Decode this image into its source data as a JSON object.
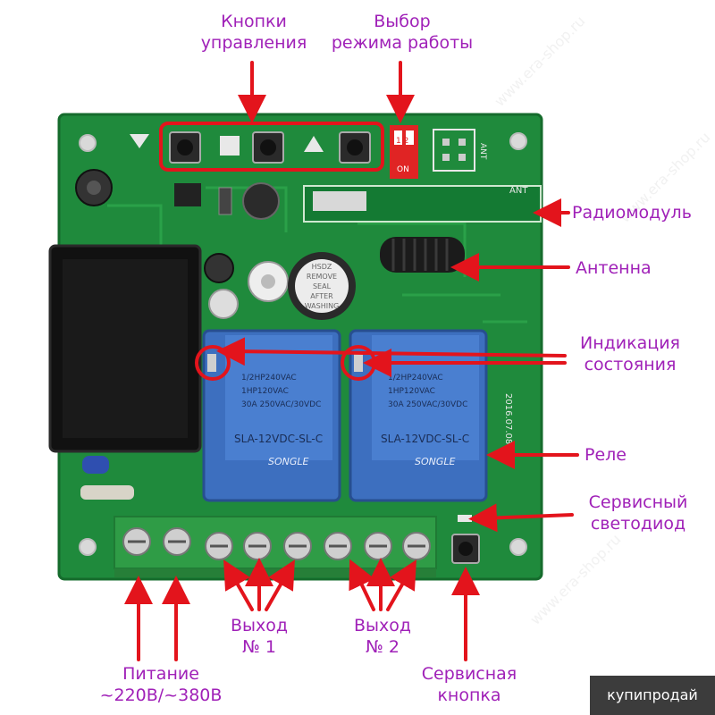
{
  "labels": {
    "control_buttons": [
      "Кнопки",
      "управления"
    ],
    "mode_select": [
      "Выбор",
      "режима работы"
    ],
    "radio_module": "Радиомодуль",
    "antenna": "Антенна",
    "status_indication": [
      "Индикация",
      "состояния"
    ],
    "relay": "Реле",
    "service_led": [
      "Сервисный",
      "светодиод"
    ],
    "output_1": [
      "Выход",
      "№ 1"
    ],
    "output_2": [
      "Выход",
      "№ 2"
    ],
    "power": [
      "Питание",
      "~220В/~380В"
    ],
    "service_button": [
      "Сервисная",
      "кнопка"
    ]
  },
  "board_print": {
    "dip_numbers": "1 2",
    "dip_on": "ON",
    "ant_top": "ANT",
    "ant_side": "ANT",
    "buzzer": [
      "HSDZ",
      "REMOVE",
      "SEAL",
      "AFTER",
      "WASHING"
    ],
    "relay_brand": "SONGLE",
    "relay_model": "SLA-12VDC-SL-C",
    "relay_rating_1": "30A 250VAC/30VDC",
    "relay_rating_2": "1HP120VAC",
    "relay_rating_3": "1/2HP240VAC",
    "pcb_date": "2016.07.08"
  },
  "watermark": "www.era-shop.ru",
  "badge": "купипродай",
  "colors": {
    "annotation": "#a021b8",
    "arrow": "#e3141c",
    "pcb": "#1f8a3c",
    "relay": "#3d6fbf",
    "terminal": "#2f9c46"
  }
}
